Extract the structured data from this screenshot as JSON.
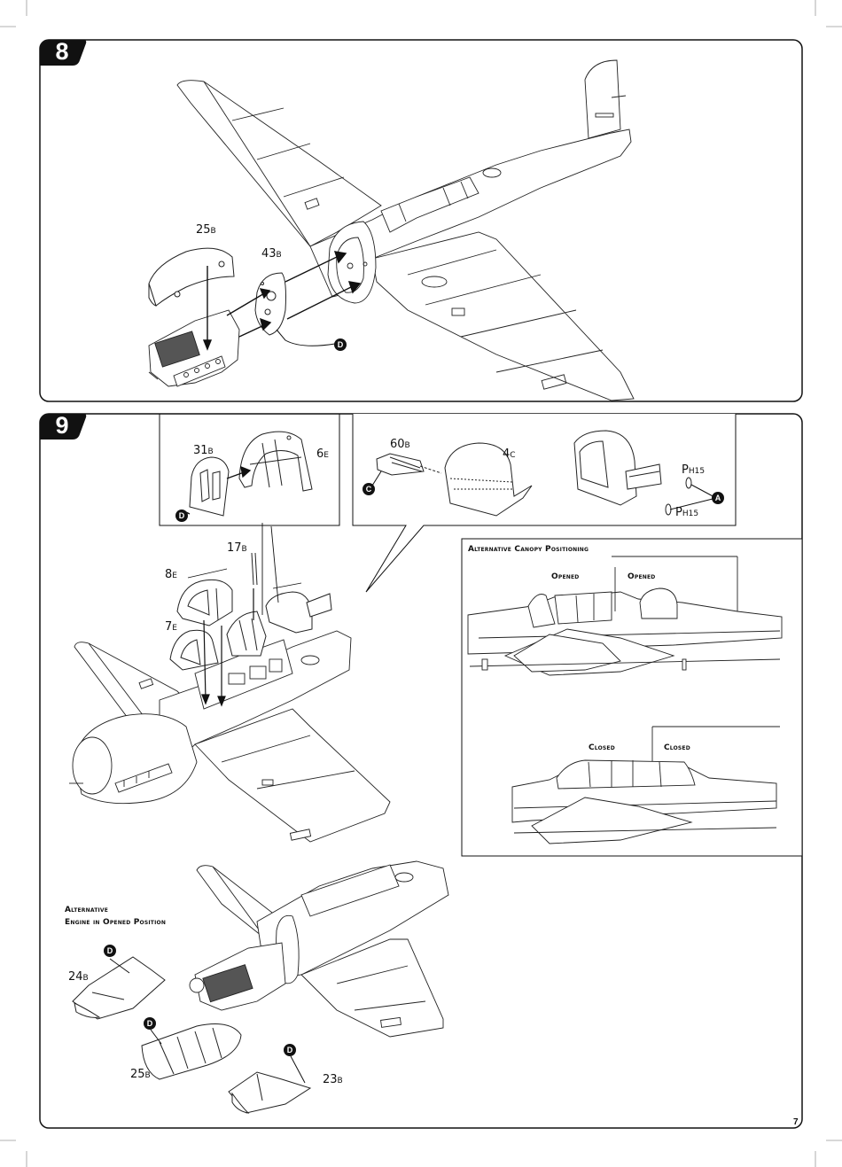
{
  "steps": [
    {
      "number": "8"
    },
    {
      "number": "9"
    }
  ],
  "step8": {
    "parts": [
      {
        "num": "25",
        "suffix": "B"
      },
      {
        "num": "43",
        "suffix": "B"
      }
    ],
    "markers": [
      "D"
    ]
  },
  "step9": {
    "inset1": {
      "parts": [
        {
          "num": "31",
          "suffix": "B"
        },
        {
          "num": "6",
          "suffix": "E"
        }
      ],
      "markers": [
        "D"
      ]
    },
    "inset2": {
      "parts": [
        {
          "num": "60",
          "suffix": "B"
        },
        {
          "num": "4",
          "suffix": "C"
        },
        {
          "num": "P",
          "suffix": "H15"
        },
        {
          "num": "P",
          "suffix": "H15"
        }
      ],
      "markers": [
        "C",
        "A"
      ]
    },
    "main_parts": [
      {
        "num": "17",
        "suffix": "B"
      },
      {
        "num": "8",
        "suffix": "E"
      },
      {
        "num": "7",
        "suffix": "E"
      }
    ],
    "canopy_panel": {
      "title": "Alternative Canopy Positioning",
      "opened_labels": [
        "Opened",
        "Opened"
      ],
      "closed_labels": [
        "Closed",
        "Closed"
      ]
    },
    "alt_engine": {
      "title_line1": "Alternative",
      "title_line2": "Engine in Opened Position",
      "parts": [
        {
          "num": "24",
          "suffix": "B"
        },
        {
          "num": "25",
          "suffix": "B"
        },
        {
          "num": "23",
          "suffix": "B"
        }
      ],
      "markers": [
        "D",
        "D",
        "D"
      ]
    }
  },
  "page_number": "7"
}
